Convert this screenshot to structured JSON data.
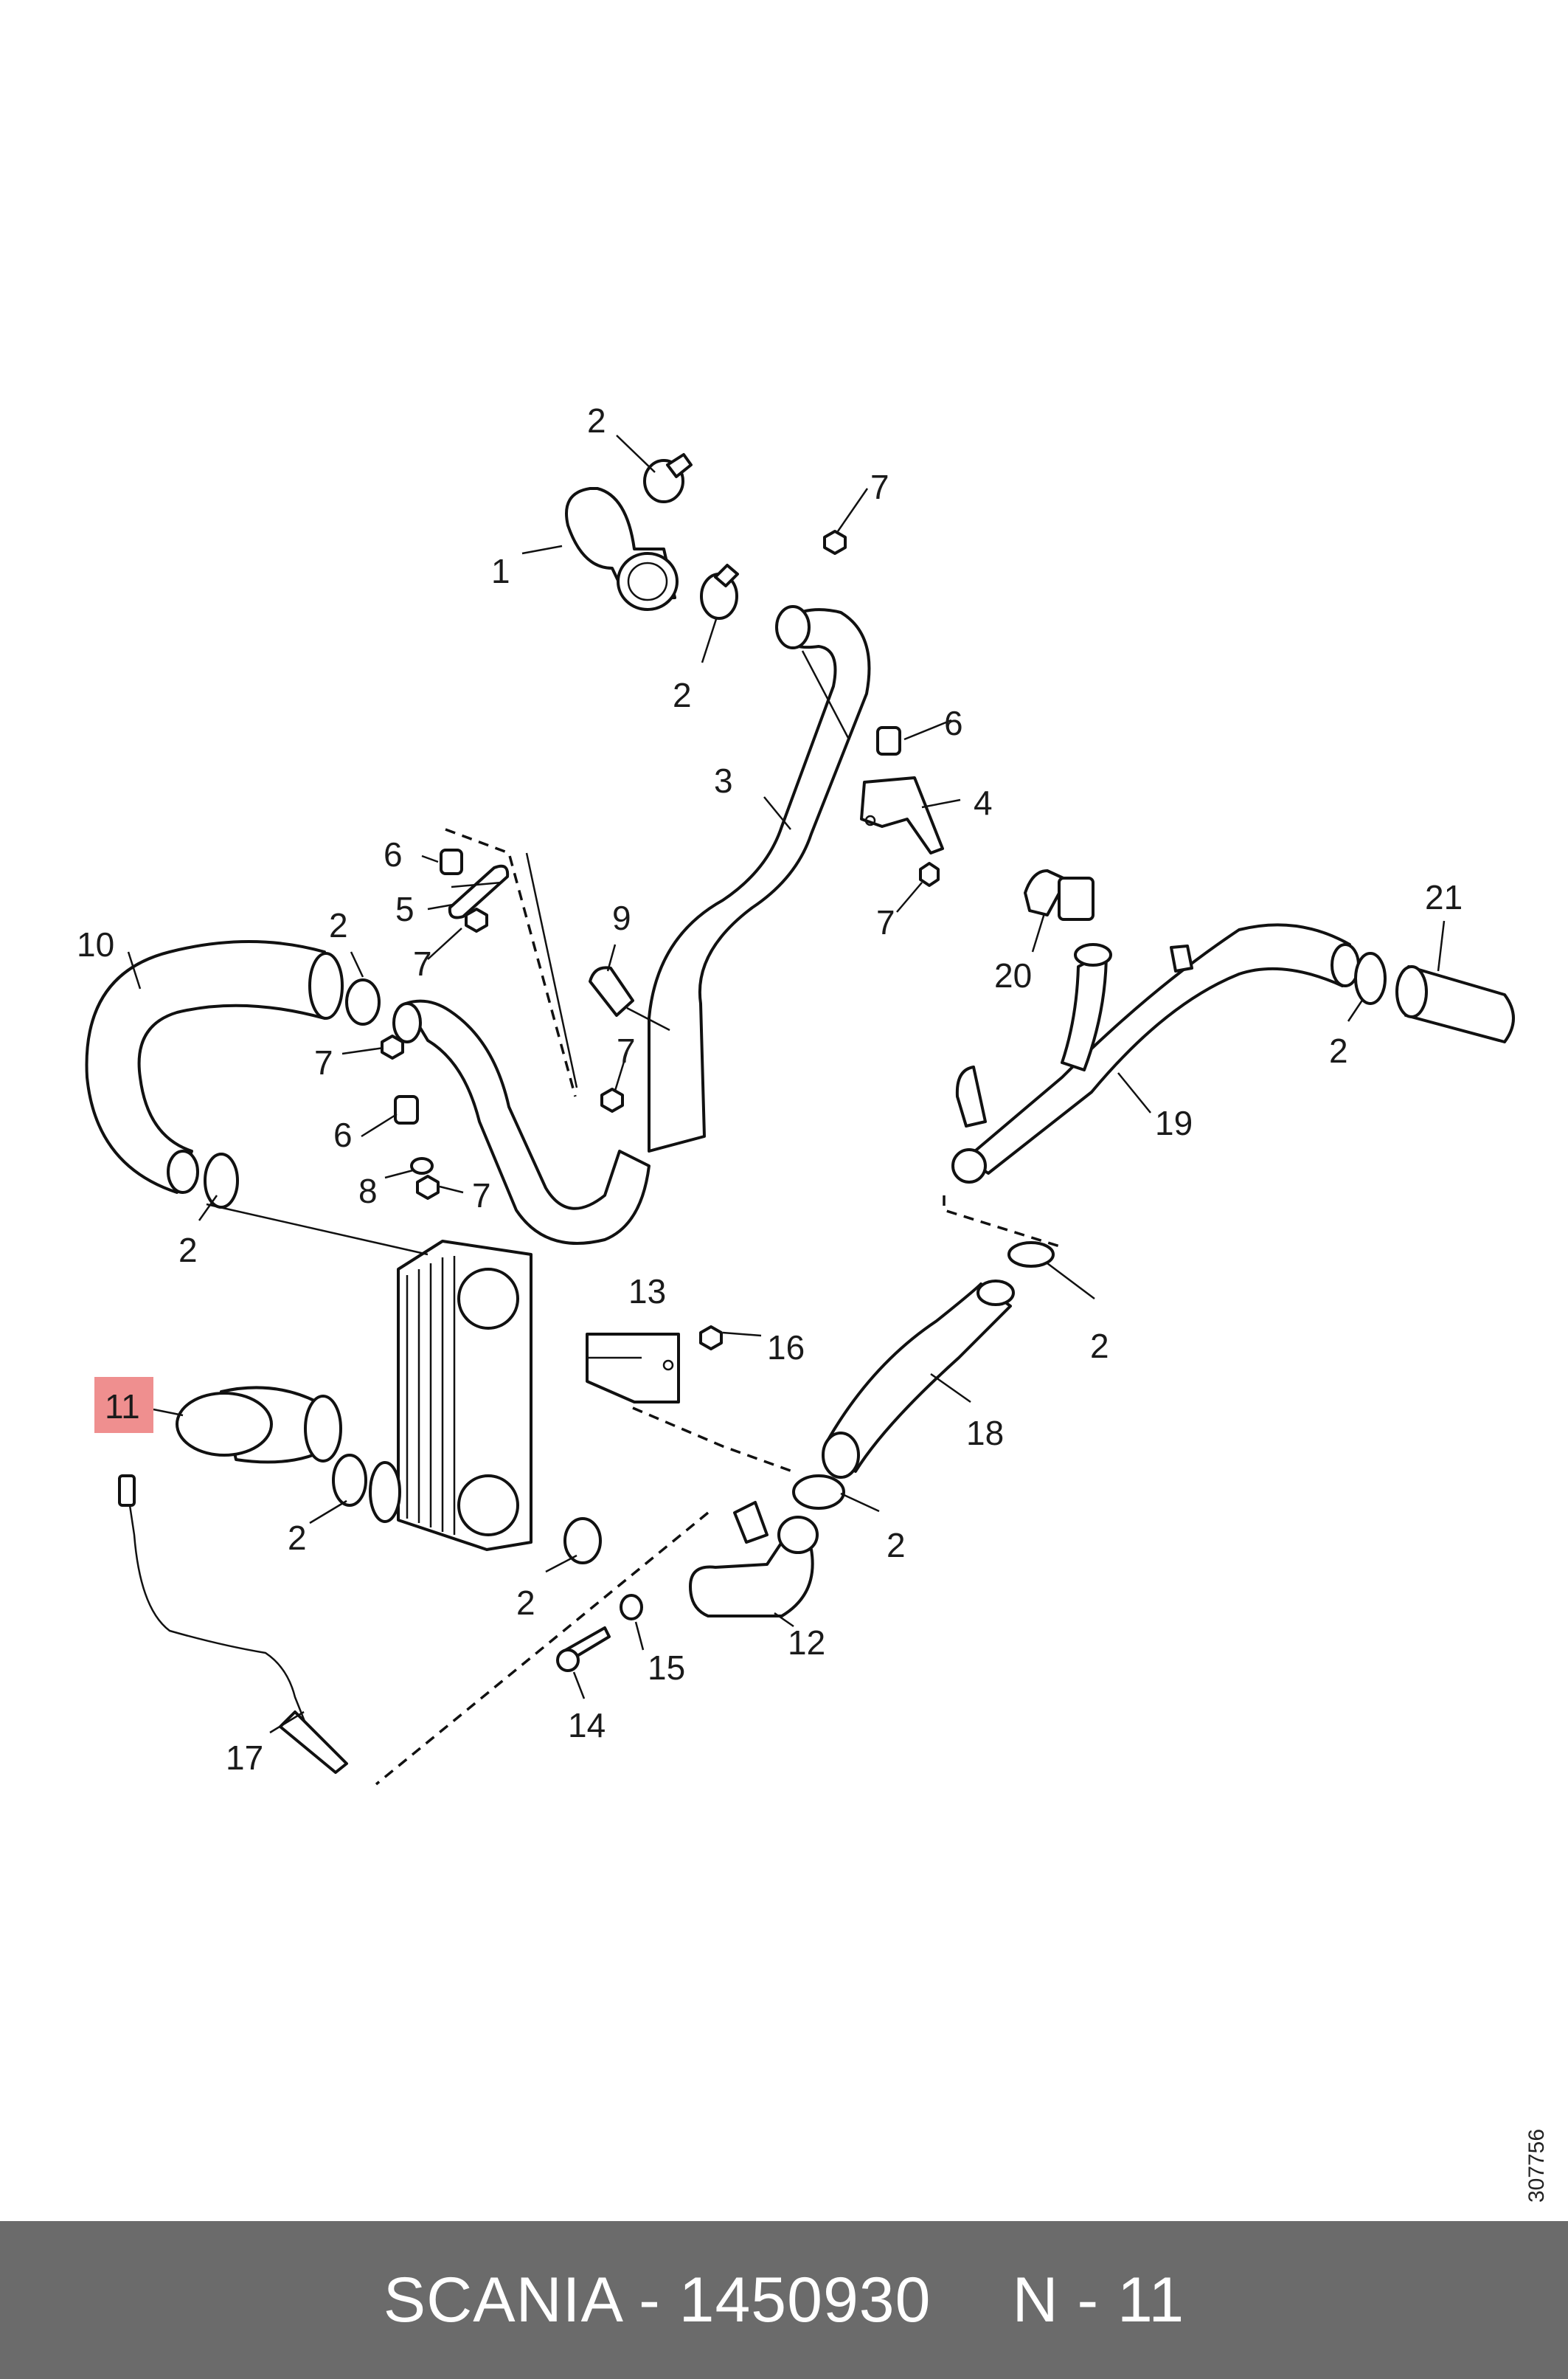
{
  "diagram": {
    "callouts": [
      {
        "id": "c1",
        "text": "1"
      },
      {
        "id": "c2a",
        "text": "2"
      },
      {
        "id": "c2b",
        "text": "2"
      },
      {
        "id": "c2c",
        "text": "2"
      },
      {
        "id": "c2d",
        "text": "2"
      },
      {
        "id": "c2e",
        "text": "2"
      },
      {
        "id": "c2f",
        "text": "2"
      },
      {
        "id": "c2g",
        "text": "2"
      },
      {
        "id": "c2h",
        "text": "2"
      },
      {
        "id": "c2i",
        "text": "2"
      },
      {
        "id": "c3",
        "text": "3"
      },
      {
        "id": "c4",
        "text": "4"
      },
      {
        "id": "c5",
        "text": "5"
      },
      {
        "id": "c6a",
        "text": "6"
      },
      {
        "id": "c6b",
        "text": "6"
      },
      {
        "id": "c6c",
        "text": "6"
      },
      {
        "id": "c7a",
        "text": "7"
      },
      {
        "id": "c7b",
        "text": "7"
      },
      {
        "id": "c7c",
        "text": "7"
      },
      {
        "id": "c7d",
        "text": "7"
      },
      {
        "id": "c7e",
        "text": "7"
      },
      {
        "id": "c7f",
        "text": "7"
      },
      {
        "id": "c8",
        "text": "8"
      },
      {
        "id": "c9",
        "text": "9"
      },
      {
        "id": "c10",
        "text": "10"
      },
      {
        "id": "c11",
        "text": "11",
        "highlighted": true
      },
      {
        "id": "c12",
        "text": "12"
      },
      {
        "id": "c13",
        "text": "13"
      },
      {
        "id": "c14",
        "text": "14"
      },
      {
        "id": "c15",
        "text": "15"
      },
      {
        "id": "c16",
        "text": "16"
      },
      {
        "id": "c17",
        "text": "17"
      },
      {
        "id": "c18",
        "text": "18"
      },
      {
        "id": "c19",
        "text": "19"
      },
      {
        "id": "c20",
        "text": "20"
      },
      {
        "id": "c21",
        "text": "21"
      }
    ],
    "drawing_number": "307756",
    "highlight_color": "#ef8f8f"
  },
  "footer": {
    "brand_part": "SCANIA - 1450930",
    "position_label": "N - 11",
    "background": "#6b6b6b"
  }
}
